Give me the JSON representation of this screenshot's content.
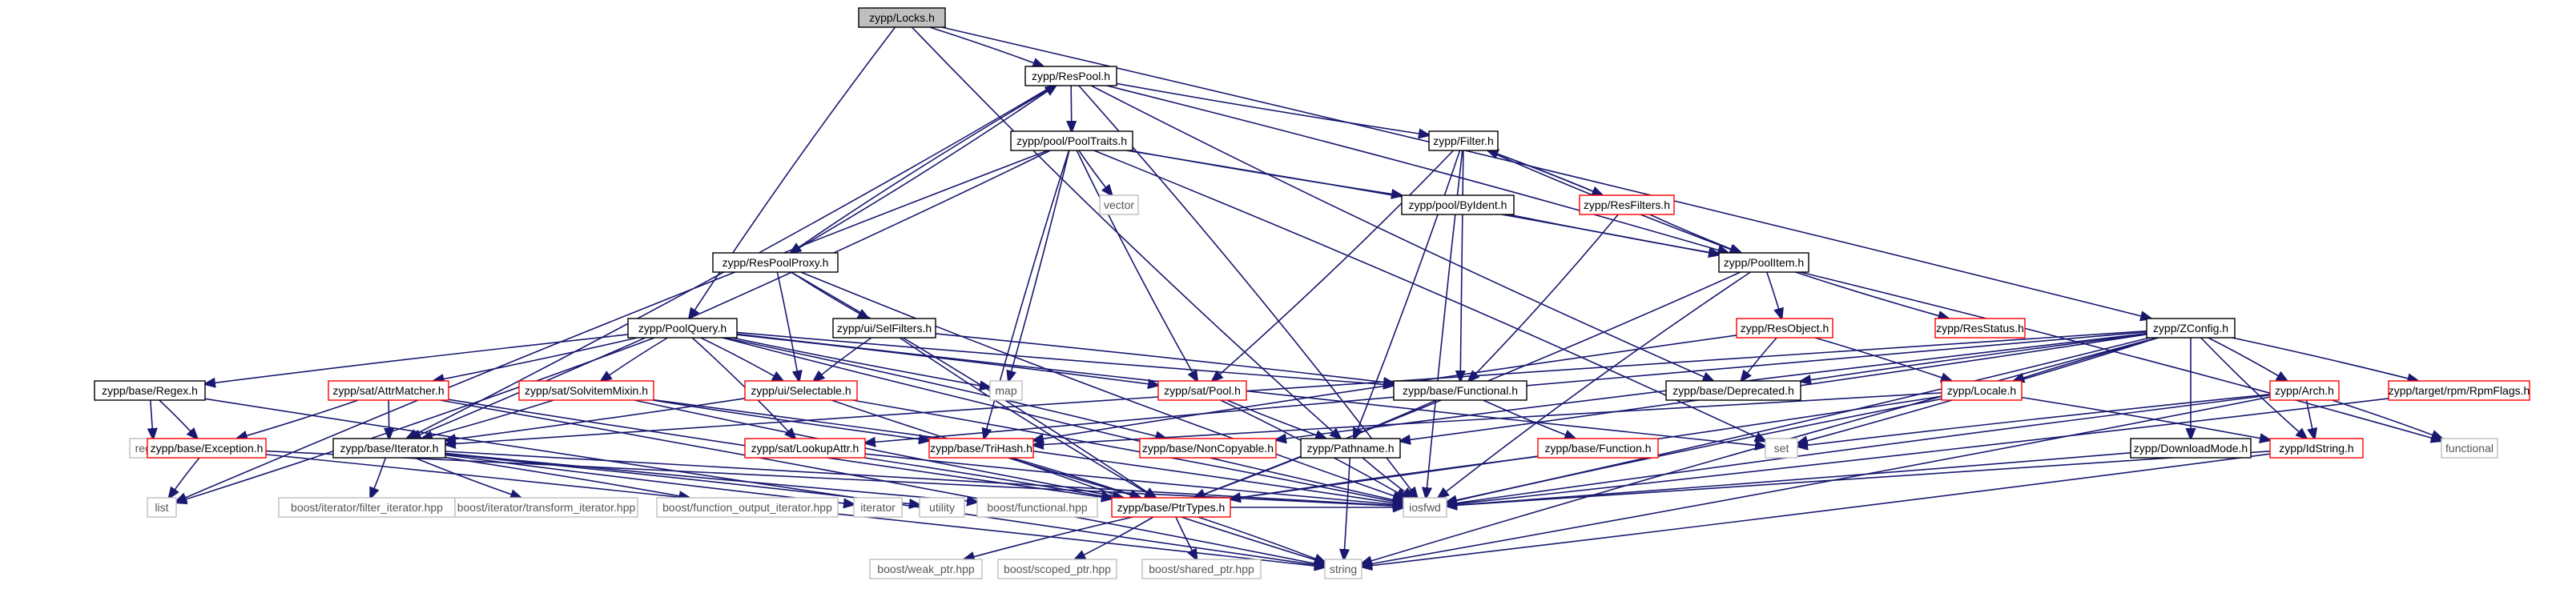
{
  "colors": {
    "edge": "#191970",
    "box_black": "#000000",
    "box_red": "#ff0000",
    "box_gray": "#bfbfbf",
    "root_fill": "#bfbfbf",
    "background": "#ffffff"
  },
  "nodes": {
    "locks_h": {
      "label": "zypp/Locks.h",
      "style": "root"
    },
    "respool_h": {
      "label": "zypp/ResPool.h",
      "style": "black"
    },
    "pooltraits_h": {
      "label": "zypp/pool/PoolTraits.h",
      "style": "black"
    },
    "filter_h": {
      "label": "zypp/Filter.h",
      "style": "black"
    },
    "resfilters_h": {
      "label": "zypp/ResFilters.h",
      "style": "red"
    },
    "byident_h": {
      "label": "zypp/pool/ByIdent.h",
      "style": "black"
    },
    "vector": {
      "label": "vector",
      "style": "gray"
    },
    "respoolproxy_h": {
      "label": "zypp/ResPoolProxy.h",
      "style": "black"
    },
    "selfilters_h": {
      "label": "zypp/ui/SelFilters.h",
      "style": "black"
    },
    "poolitem_h": {
      "label": "zypp/PoolItem.h",
      "style": "black"
    },
    "resobject_h": {
      "label": "zypp/ResObject.h",
      "style": "red"
    },
    "resstatus_h": {
      "label": "zypp/ResStatus.h",
      "style": "red"
    },
    "zconfig_h": {
      "label": "zypp/ZConfig.h",
      "style": "black"
    },
    "poolquery_h": {
      "label": "zypp/PoolQuery.h",
      "style": "black"
    },
    "base_regex_h": {
      "label": "zypp/base/Regex.h",
      "style": "black"
    },
    "attrmatcher_h": {
      "label": "zypp/sat/AttrMatcher.h",
      "style": "red"
    },
    "solvitemixin_h": {
      "label": "zypp/sat/SolvitemMixin.h",
      "style": "red"
    },
    "selectable_h": {
      "label": "zypp/ui/Selectable.h",
      "style": "red"
    },
    "map": {
      "label": "map",
      "style": "gray"
    },
    "sat_pool_h": {
      "label": "zypp/sat/Pool.h",
      "style": "red"
    },
    "functional_h": {
      "label": "zypp/base/Functional.h",
      "style": "black"
    },
    "deprecated_h": {
      "label": "zypp/base/Deprecated.h",
      "style": "black"
    },
    "locale_h": {
      "label": "zypp/Locale.h",
      "style": "red"
    },
    "arch_h": {
      "label": "zypp/Arch.h",
      "style": "red"
    },
    "rpmflags_h": {
      "label": "zypp/target/rpm/RpmFlags.h",
      "style": "red"
    },
    "regex_h": {
      "label": "regex.h",
      "style": "gray"
    },
    "exception_h": {
      "label": "zypp/base/Exception.h",
      "style": "red"
    },
    "iterator_h": {
      "label": "zypp/base/Iterator.h",
      "style": "black"
    },
    "lookupattr_h": {
      "label": "zypp/sat/LookupAttr.h",
      "style": "red"
    },
    "trihash_h": {
      "label": "zypp/base/TriHash.h",
      "style": "red"
    },
    "noncopyable_h": {
      "label": "zypp/base/NonCopyable.h",
      "style": "red"
    },
    "pathname_h": {
      "label": "zypp/Pathname.h",
      "style": "black"
    },
    "function_h": {
      "label": "zypp/base/Function.h",
      "style": "red"
    },
    "set": {
      "label": "set",
      "style": "gray"
    },
    "downloadmode_h": {
      "label": "zypp/DownloadMode.h",
      "style": "black"
    },
    "idstring_h": {
      "label": "zypp/IdString.h",
      "style": "red"
    },
    "functional": {
      "label": "functional",
      "style": "gray"
    },
    "list": {
      "label": "list",
      "style": "gray"
    },
    "filter_iterator": {
      "label": "boost/iterator/filter_iterator.hpp",
      "style": "gray"
    },
    "transform_iterator": {
      "label": "boost/iterator/transform_iterator.hpp",
      "style": "gray"
    },
    "function_output_iterator": {
      "label": "boost/function_output_iterator.hpp",
      "style": "gray"
    },
    "iterator": {
      "label": "iterator",
      "style": "gray"
    },
    "utility": {
      "label": "utility",
      "style": "gray"
    },
    "boost_functional": {
      "label": "boost/functional.hpp",
      "style": "gray"
    },
    "iosfwd": {
      "label": "iosfwd",
      "style": "gray"
    },
    "ptrtypes_h": {
      "label": "zypp/base/PtrTypes.h",
      "style": "red"
    },
    "weak_ptr": {
      "label": "boost/weak_ptr.hpp",
      "style": "gray"
    },
    "scoped_ptr": {
      "label": "boost/scoped_ptr.hpp",
      "style": "gray"
    },
    "shared_ptr": {
      "label": "boost/shared_ptr.hpp",
      "style": "gray"
    },
    "string": {
      "label": "string",
      "style": "gray"
    }
  },
  "edges": [
    [
      "locks_h",
      "respool_h"
    ],
    [
      "locks_h",
      "poolquery_h"
    ],
    [
      "locks_h",
      "zconfig_h"
    ],
    [
      "locks_h",
      "pathname_h"
    ],
    [
      "respool_h",
      "pooltraits_h"
    ],
    [
      "respool_h",
      "filter_h"
    ],
    [
      "respool_h",
      "poolitem_h"
    ],
    [
      "respool_h",
      "respoolproxy_h"
    ],
    [
      "respool_h",
      "iterator_h"
    ],
    [
      "respool_h",
      "deprecated_h"
    ],
    [
      "respool_h",
      "iosfwd"
    ],
    [
      "pooltraits_h",
      "vector"
    ],
    [
      "pooltraits_h",
      "map"
    ],
    [
      "pooltraits_h",
      "list"
    ],
    [
      "pooltraits_h",
      "set"
    ],
    [
      "pooltraits_h",
      "byident_h"
    ],
    [
      "pooltraits_h",
      "poolitem_h"
    ],
    [
      "pooltraits_h",
      "sat_pool_h"
    ],
    [
      "pooltraits_h",
      "iterator_h"
    ],
    [
      "pooltraits_h",
      "trihash_h"
    ],
    [
      "filter_h",
      "resfilters_h"
    ],
    [
      "filter_h",
      "poolitem_h"
    ],
    [
      "filter_h",
      "sat_pool_h"
    ],
    [
      "filter_h",
      "functional_h"
    ],
    [
      "filter_h",
      "pathname_h"
    ],
    [
      "filter_h",
      "iosfwd"
    ],
    [
      "resfilters_h",
      "filter_h"
    ],
    [
      "resfilters_h",
      "poolitem_h"
    ],
    [
      "resfilters_h",
      "functional_h"
    ],
    [
      "byident_h",
      "poolitem_h"
    ],
    [
      "respoolproxy_h",
      "respool_h"
    ],
    [
      "respoolproxy_h",
      "selfilters_h"
    ],
    [
      "respoolproxy_h",
      "selectable_h"
    ],
    [
      "respoolproxy_h",
      "iosfwd"
    ],
    [
      "respoolproxy_h",
      "ptrtypes_h"
    ],
    [
      "selfilters_h",
      "selectable_h"
    ],
    [
      "selfilters_h",
      "functional_h"
    ],
    [
      "selfilters_h",
      "ptrtypes_h"
    ],
    [
      "poolitem_h",
      "resobject_h"
    ],
    [
      "poolitem_h",
      "resstatus_h"
    ],
    [
      "poolitem_h",
      "functional"
    ],
    [
      "poolitem_h",
      "iosfwd"
    ],
    [
      "poolitem_h",
      "ptrtypes_h"
    ],
    [
      "resobject_h",
      "deprecated_h"
    ],
    [
      "resobject_h",
      "locale_h"
    ],
    [
      "resobject_h",
      "trihash_h"
    ],
    [
      "zconfig_h",
      "arch_h"
    ],
    [
      "zconfig_h",
      "locale_h"
    ],
    [
      "zconfig_h",
      "rpmflags_h"
    ],
    [
      "zconfig_h",
      "deprecated_h"
    ],
    [
      "zconfig_h",
      "downloadmode_h"
    ],
    [
      "zconfig_h",
      "idstring_h"
    ],
    [
      "zconfig_h",
      "set"
    ],
    [
      "zconfig_h",
      "string"
    ],
    [
      "zconfig_h",
      "iterator_h"
    ],
    [
      "zconfig_h",
      "lookupattr_h"
    ],
    [
      "zconfig_h",
      "pathname_h"
    ],
    [
      "zconfig_h",
      "noncopyable_h"
    ],
    [
      "zconfig_h",
      "iosfwd"
    ],
    [
      "poolquery_h",
      "base_regex_h"
    ],
    [
      "poolquery_h",
      "attrmatcher_h"
    ],
    [
      "poolquery_h",
      "solvitemixin_h"
    ],
    [
      "poolquery_h",
      "selectable_h"
    ],
    [
      "poolquery_h",
      "map"
    ],
    [
      "poolquery_h",
      "sat_pool_h"
    ],
    [
      "poolquery_h",
      "functional_h"
    ],
    [
      "poolquery_h",
      "lookupattr_h"
    ],
    [
      "poolquery_h",
      "set"
    ],
    [
      "poolquery_h",
      "list"
    ],
    [
      "poolquery_h",
      "iosfwd"
    ],
    [
      "poolquery_h",
      "noncopyable_h"
    ],
    [
      "base_regex_h",
      "regex_h"
    ],
    [
      "base_regex_h",
      "exception_h"
    ],
    [
      "base_regex_h",
      "string"
    ],
    [
      "attrmatcher_h",
      "exception_h"
    ],
    [
      "attrmatcher_h",
      "iterator_h"
    ],
    [
      "attrmatcher_h",
      "string"
    ],
    [
      "attrmatcher_h",
      "ptrtypes_h"
    ],
    [
      "solvitemixin_h",
      "iterator_h"
    ],
    [
      "solvitemixin_h",
      "trihash_h"
    ],
    [
      "solvitemixin_h",
      "iosfwd"
    ],
    [
      "solvitemixin_h",
      "ptrtypes_h"
    ],
    [
      "selectable_h",
      "iterator_h"
    ],
    [
      "selectable_h",
      "ptrtypes_h"
    ],
    [
      "selectable_h",
      "iosfwd"
    ],
    [
      "sat_pool_h",
      "pathname_h"
    ],
    [
      "sat_pool_h",
      "iosfwd"
    ],
    [
      "functional_h",
      "function_h"
    ],
    [
      "functional_h",
      "ptrtypes_h"
    ],
    [
      "locale_h",
      "trihash_h"
    ],
    [
      "locale_h",
      "idstring_h"
    ],
    [
      "locale_h",
      "iosfwd"
    ],
    [
      "locale_h",
      "ptrtypes_h"
    ],
    [
      "arch_h",
      "idstring_h"
    ],
    [
      "arch_h",
      "functional"
    ],
    [
      "arch_h",
      "set"
    ],
    [
      "arch_h",
      "string"
    ],
    [
      "arch_h",
      "iosfwd"
    ],
    [
      "rpmflags_h",
      "iosfwd"
    ],
    [
      "exception_h",
      "list"
    ],
    [
      "exception_h",
      "string"
    ],
    [
      "exception_h",
      "iosfwd"
    ],
    [
      "iterator_h",
      "filter_iterator"
    ],
    [
      "iterator_h",
      "transform_iterator"
    ],
    [
      "iterator_h",
      "function_output_iterator"
    ],
    [
      "iterator_h",
      "iterator"
    ],
    [
      "iterator_h",
      "utility"
    ],
    [
      "iterator_h",
      "boost_functional"
    ],
    [
      "iterator_h",
      "iosfwd"
    ],
    [
      "lookupattr_h",
      "iosfwd"
    ],
    [
      "lookupattr_h",
      "ptrtypes_h"
    ],
    [
      "trihash_h",
      "string"
    ],
    [
      "trihash_h",
      "ptrtypes_h"
    ],
    [
      "pathname_h",
      "iosfwd"
    ],
    [
      "pathname_h",
      "string"
    ],
    [
      "function_h",
      "ptrtypes_h"
    ],
    [
      "downloadmode_h",
      "iosfwd"
    ],
    [
      "idstring_h",
      "iosfwd"
    ],
    [
      "idstring_h",
      "string"
    ],
    [
      "ptrtypes_h",
      "weak_ptr"
    ],
    [
      "ptrtypes_h",
      "scoped_ptr"
    ],
    [
      "ptrtypes_h",
      "shared_ptr"
    ],
    [
      "ptrtypes_h",
      "string"
    ],
    [
      "ptrtypes_h",
      "iosfwd"
    ]
  ]
}
